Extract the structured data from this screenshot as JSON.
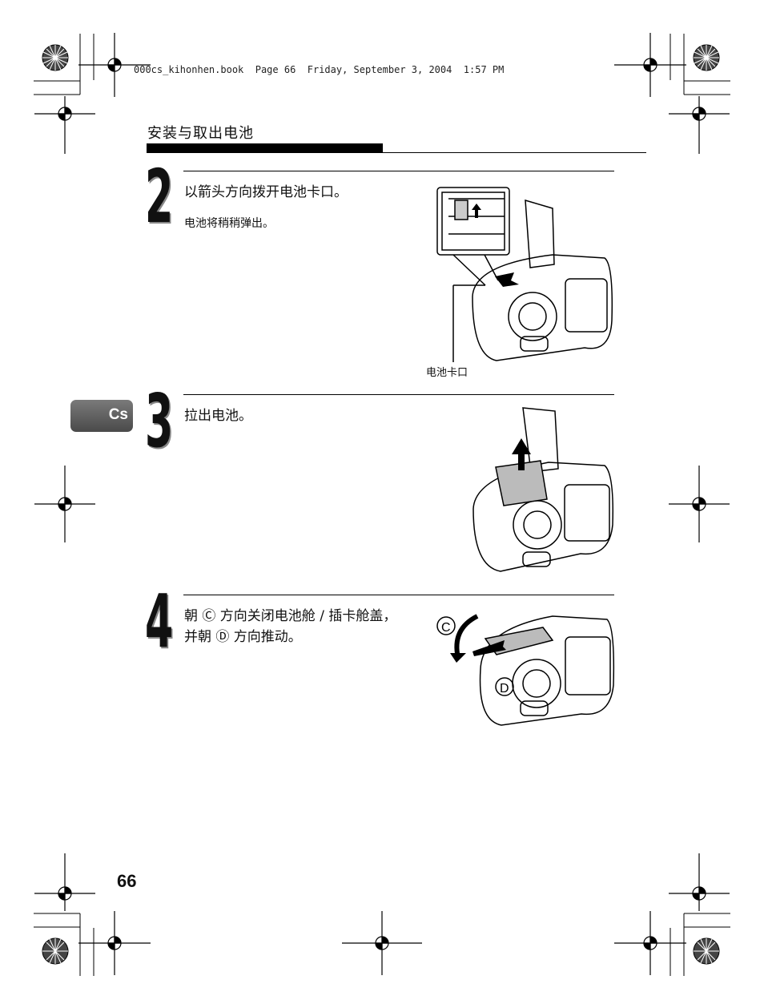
{
  "print_header": "000cs_kihonhen.book  Page 66  Friday, September 3, 2004  1:57 PM",
  "section_title": "安装与取出电池",
  "language_tab": "Cs",
  "page_number": "66",
  "steps": [
    {
      "number": "2",
      "text": "以箭头方向拨开电池卡口。",
      "sub": "电池将稍稍弹出。",
      "callout": "电池卡口"
    },
    {
      "number": "3",
      "text": "拉出电池。"
    },
    {
      "number": "4",
      "text_line1": "朝 Ⓒ 方向关闭电池舱 / 插卡舱盖，",
      "text_line2": "并朝 Ⓓ 方向推动。",
      "label_c": "C",
      "label_d": "D"
    }
  ]
}
